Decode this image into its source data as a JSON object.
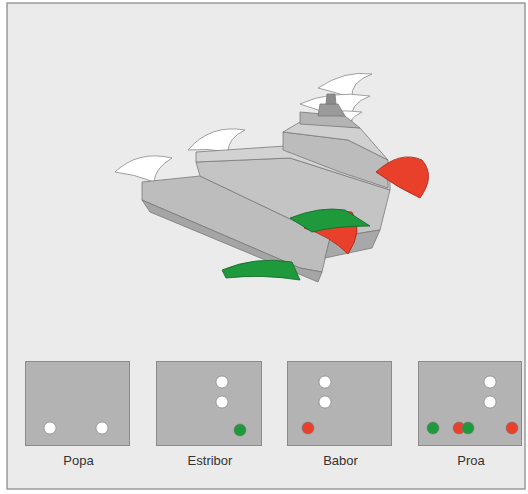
{
  "diagram": {
    "nodes": [
      {
        "text": [
          "Popa"
        ]
      },
      {
        "text": [
          "Estribor"
        ]
      },
      {
        "text": [
          "Babor"
        ]
      },
      {
        "text": [
          "Proa"
        ]
      }
    ]
  }
}
